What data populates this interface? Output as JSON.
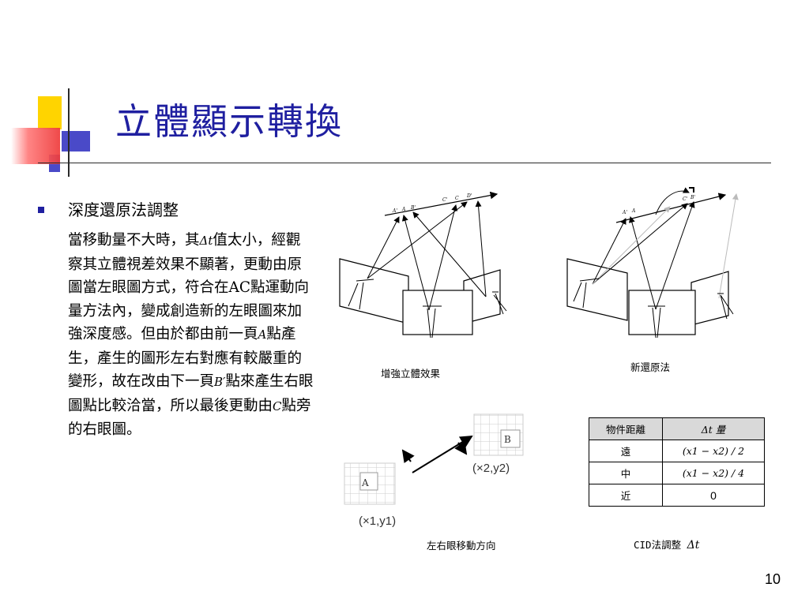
{
  "slide": {
    "title": "立體顯示轉換",
    "page_number": "10"
  },
  "bullet": {
    "heading": "深度還原法調整",
    "paragraph": {
      "p1": "當移動量不大時，其",
      "delta_t": "Δt",
      "p2": "值太小，經觀察其立體視差效果不顯著，更動由原圖當左眼圖方式，符合在AC點運動向量方法內，變成創造新的左眼圖來加強深度感。但由於都由前一頁",
      "point_a": "A",
      "p3": "點產生，產生的圖形左右對應有較嚴重的變形，故在改由下一頁",
      "point_b": "B′",
      "p4": "點來產生右眼圖點比較洽當，所以最後更動由",
      "point_c": "C",
      "p5": "點旁的右眼圖。"
    }
  },
  "figures": {
    "enhance": {
      "caption": "增強立體效果",
      "labels": {
        "a_prime": "A'",
        "a": "A",
        "b_prime": "B'",
        "c_prime": "C'",
        "c": "C",
        "d_prime": "D'"
      }
    },
    "restore": {
      "caption": "新還原法",
      "labels": {
        "a_prime": "A'",
        "a": "A",
        "c_prime": "C'",
        "b_prime": "B'"
      }
    },
    "movement": {
      "caption": "左右眼移動方向",
      "label_a": "A",
      "label_b": "B",
      "coord1": "(×1,y1)",
      "coord2": "(×2,y2)"
    }
  },
  "cid_table": {
    "caption": "CID法調整",
    "caption_symbol": "Δt",
    "header": {
      "col1": "物件距離",
      "col2": "Δt 量"
    },
    "rows": [
      {
        "distance": "遠",
        "amount": "(x1 − x2) / 2"
      },
      {
        "distance": "中",
        "amount": "(x1 − x2) / 4"
      },
      {
        "distance": "近",
        "amount": "0"
      }
    ]
  }
}
